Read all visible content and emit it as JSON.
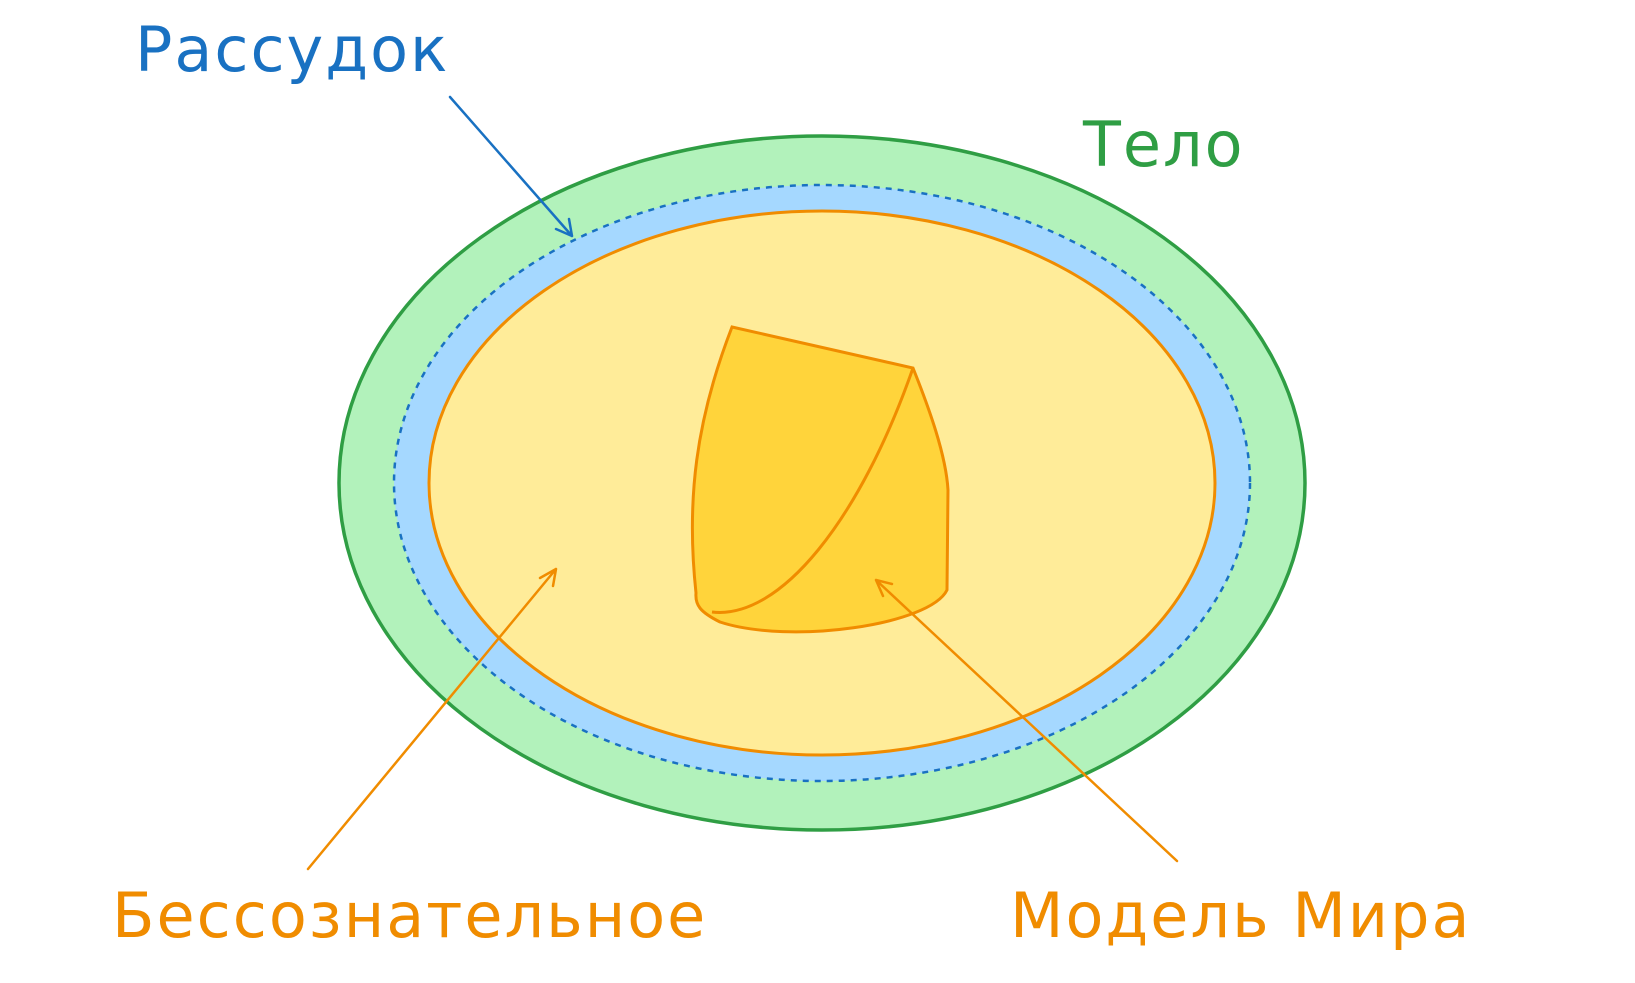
{
  "diagram": {
    "labels": {
      "reason": "Рассудок",
      "body": "Тело",
      "unconscious": "Бессознательное",
      "world_model": "Модель Мира"
    },
    "colors": {
      "body_fill": "#b2f2bb",
      "body_stroke": "#2f9e44",
      "reason_fill": "#a5d8ff",
      "reason_stroke": "#1971c2",
      "unconscious_fill": "#ffec99",
      "unconscious_stroke": "#f08c00",
      "world_model_fill": "#ffd43b",
      "world_model_stroke": "#f08c00"
    }
  }
}
